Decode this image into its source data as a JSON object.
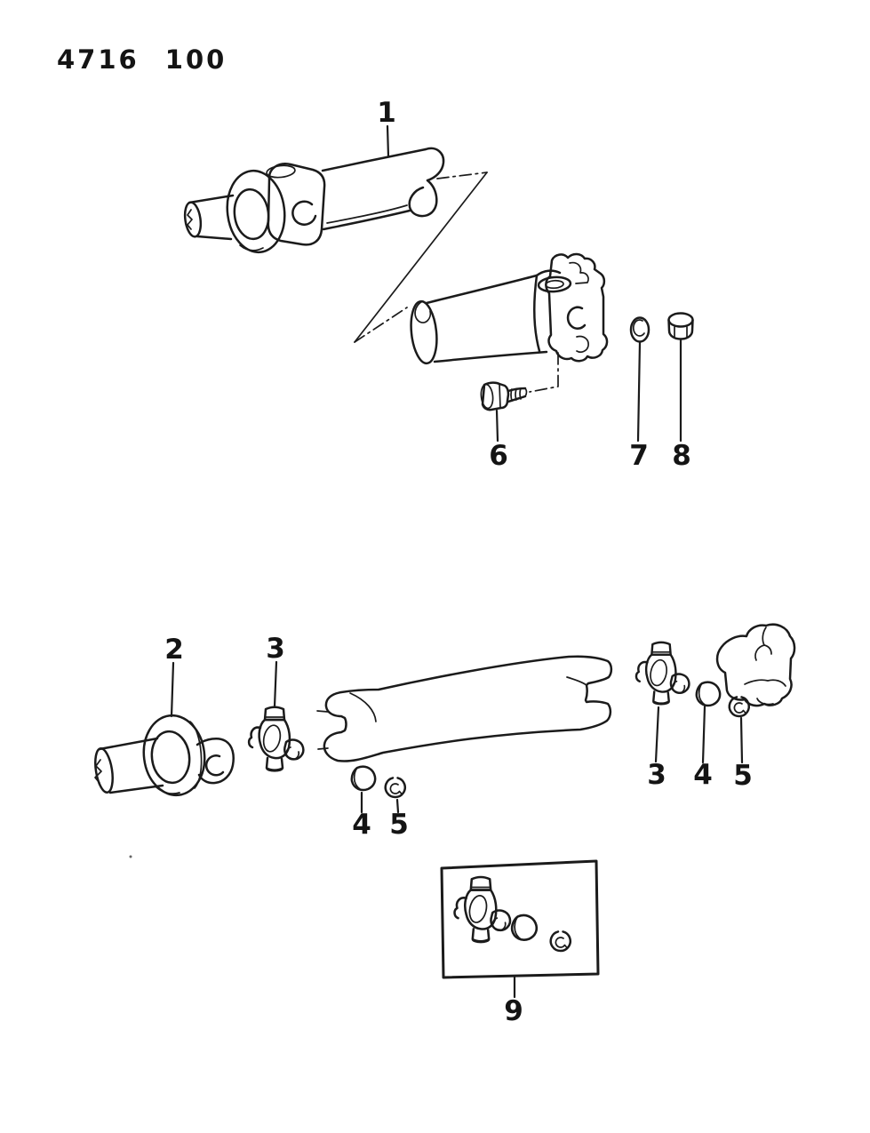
{
  "header": {
    "code": "4716 100"
  },
  "colors": {
    "ink": "#1b1b1b",
    "paper": "#ffffff"
  },
  "diagram_type": "exploded-parts-line-drawing",
  "callouts": [
    {
      "label": "1"
    },
    {
      "label": "2"
    },
    {
      "label": "3"
    },
    {
      "label": "4"
    },
    {
      "label": "5"
    },
    {
      "label": "6"
    },
    {
      "label": "7"
    },
    {
      "label": "8"
    },
    {
      "label": "9"
    },
    {
      "label": "3"
    },
    {
      "label": "4"
    },
    {
      "label": "5"
    }
  ]
}
